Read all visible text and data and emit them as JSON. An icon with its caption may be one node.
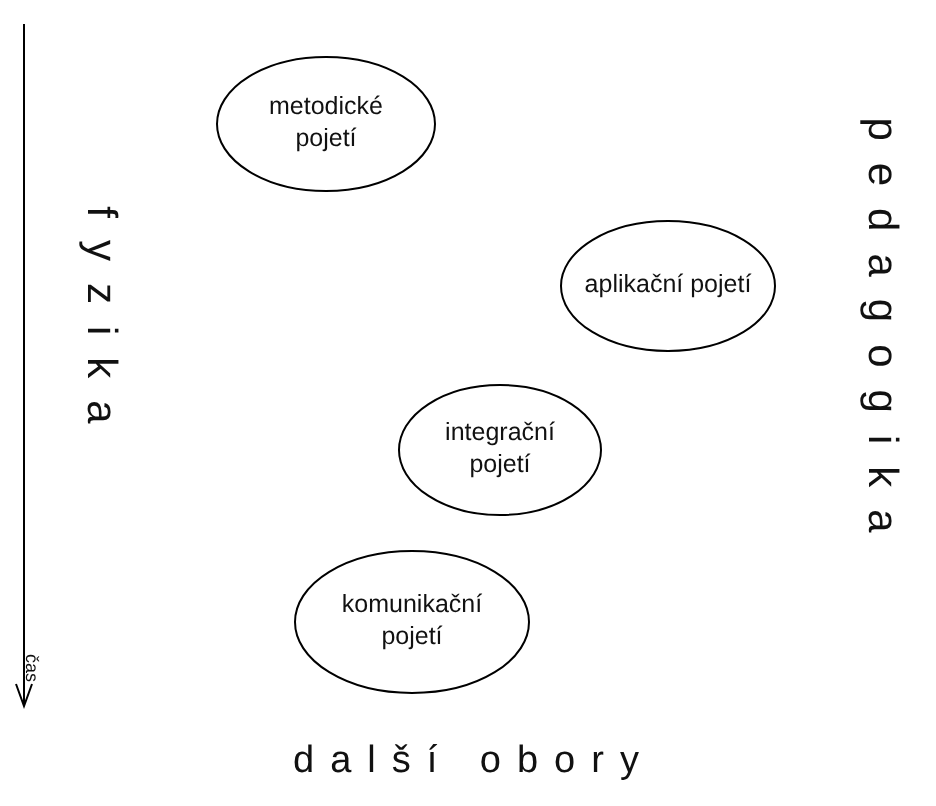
{
  "diagram": {
    "nodes": [
      {
        "text": [
          "metodické pojetí"
        ]
      },
      {
        "text": [
          "aplikační pojetí"
        ]
      },
      {
        "text": [
          "integrační pojetí"
        ]
      },
      {
        "text": [
          "komunikační pojetí"
        ]
      }
    ],
    "labels": [
      "fyzika",
      "pedagogika",
      "čas",
      "další obory"
    ]
  }
}
